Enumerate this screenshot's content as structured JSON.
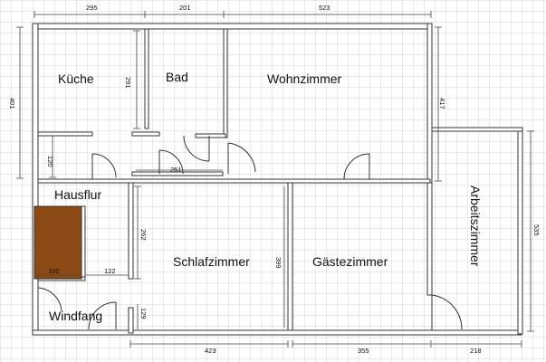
{
  "rooms": {
    "kueche": "Küche",
    "bad": "Bad",
    "wohnzimmer": "Wohnzimmer",
    "hausflur": "Hausflur",
    "schlafzimmer": "Schlafzimmer",
    "gaestezimmer": "Gästezimmer",
    "arbeitszimmer": "Arbeitszimmer",
    "windfang": "Windfang"
  },
  "dimensions": {
    "top_kueche": "295",
    "top_bad": "201",
    "top_wohnzimmer": "523",
    "left_total": "401",
    "bad_height": "291",
    "wohn_height": "417",
    "flur_small": "120",
    "bad_width_inner": "251",
    "schlaf_height": "262",
    "schlaf_mid": "399",
    "arbeits_height": "535",
    "stair_width": "100",
    "windfang_width": "122",
    "windfang_height": "129",
    "bottom_schlaf": "423",
    "bottom_gaeste": "355",
    "bottom_arbeits": "218"
  },
  "colors": {
    "grid": "#c9c9c9",
    "wall": "#333333",
    "stair_fill": "#8b4a14"
  }
}
